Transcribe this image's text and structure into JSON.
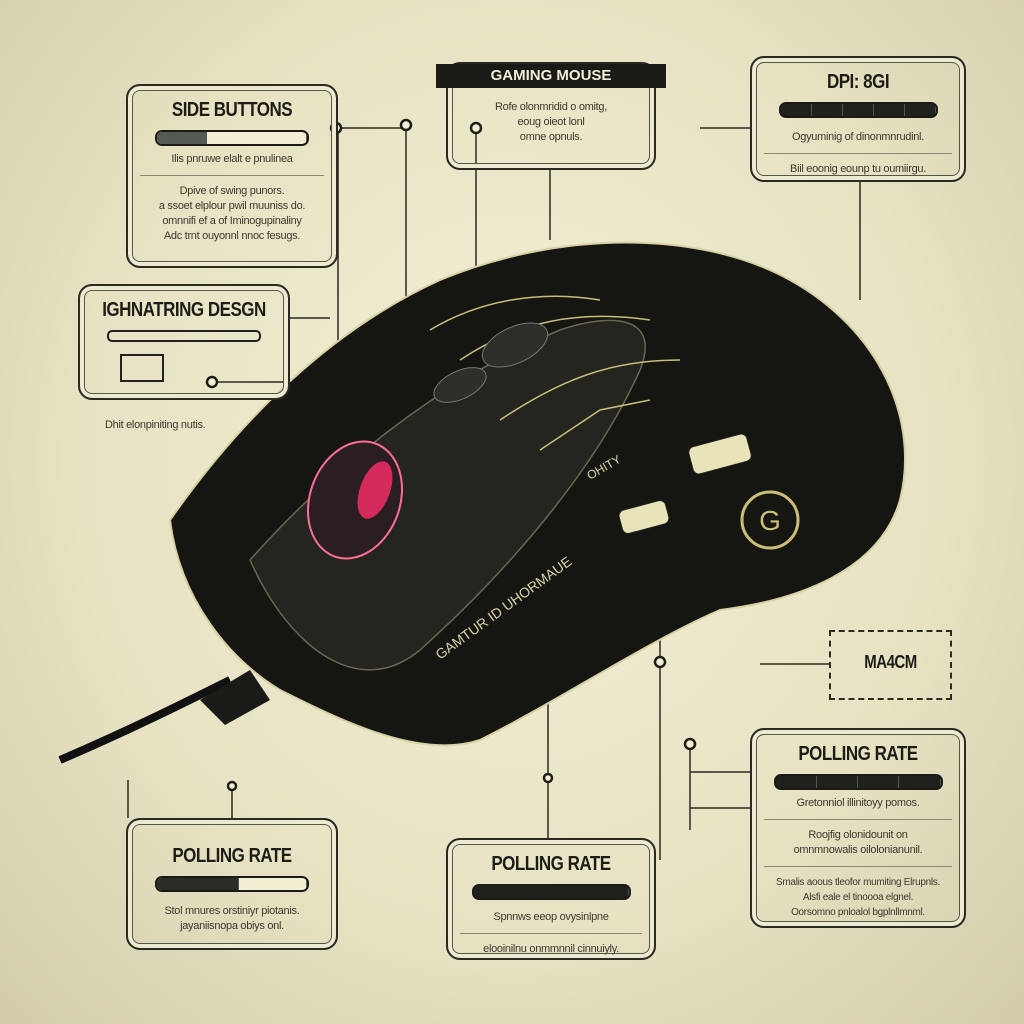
{
  "side_buttons": {
    "title": "SIDE BUTTONS",
    "line1": "Ilis pnruwe elalt e pnulinea",
    "body": [
      "Dpive of swing punors.",
      "a ssoet elplour pwil muuniss do.",
      "omnnifi ef a of Iminogupinaliny",
      "Adc trnt ouyonnl nnoc fesugs."
    ],
    "level": 0.33
  },
  "lighting": {
    "title": "IGHNATRING DESGN",
    "caption": "Dhit elonpiniting nutis."
  },
  "gaming_mouse": {
    "title": "GAMING MOUSE",
    "body": [
      "Rofe olonmridid o omitg,",
      "eoug oieot lonl",
      "omne opnuls."
    ]
  },
  "dpi": {
    "title": "DPI: 8GI",
    "body": [
      "Ogyuminig of dinonmnrudinl.",
      "Biil eoonig eounp tu oumiirgu."
    ]
  },
  "mach": {
    "title": "MA4CM"
  },
  "polling_right": {
    "title": "POLLING RATE",
    "body": [
      "Gretonniol illinitoyy pomos.",
      "Roojfig olonidounit on",
      "omnmnowalis oilolonianunil.",
      "Smalis aoous tleofor mumiting Elrupnls.",
      "Alsfi eale el tinoooa elgnel.",
      "Oorsomno pnloalol bgplnllmnml."
    ]
  },
  "polling_left": {
    "title": "POLLING RATE",
    "body": [
      "Stol mnures orstiniyr piotanis.",
      "jayaniisnopa obiys onl."
    ],
    "level": 0.55
  },
  "polling_center": {
    "title": "POLLING RATE",
    "body": [
      "Spnnws eeop ovysinlpne",
      "elooinilnu onmmnnil cinnuiyly."
    ]
  },
  "mouse": {
    "side_text": "GAMTUR ID UHORMAUE",
    "side_text2": "OHITY",
    "accent": "#ff2d6b"
  }
}
